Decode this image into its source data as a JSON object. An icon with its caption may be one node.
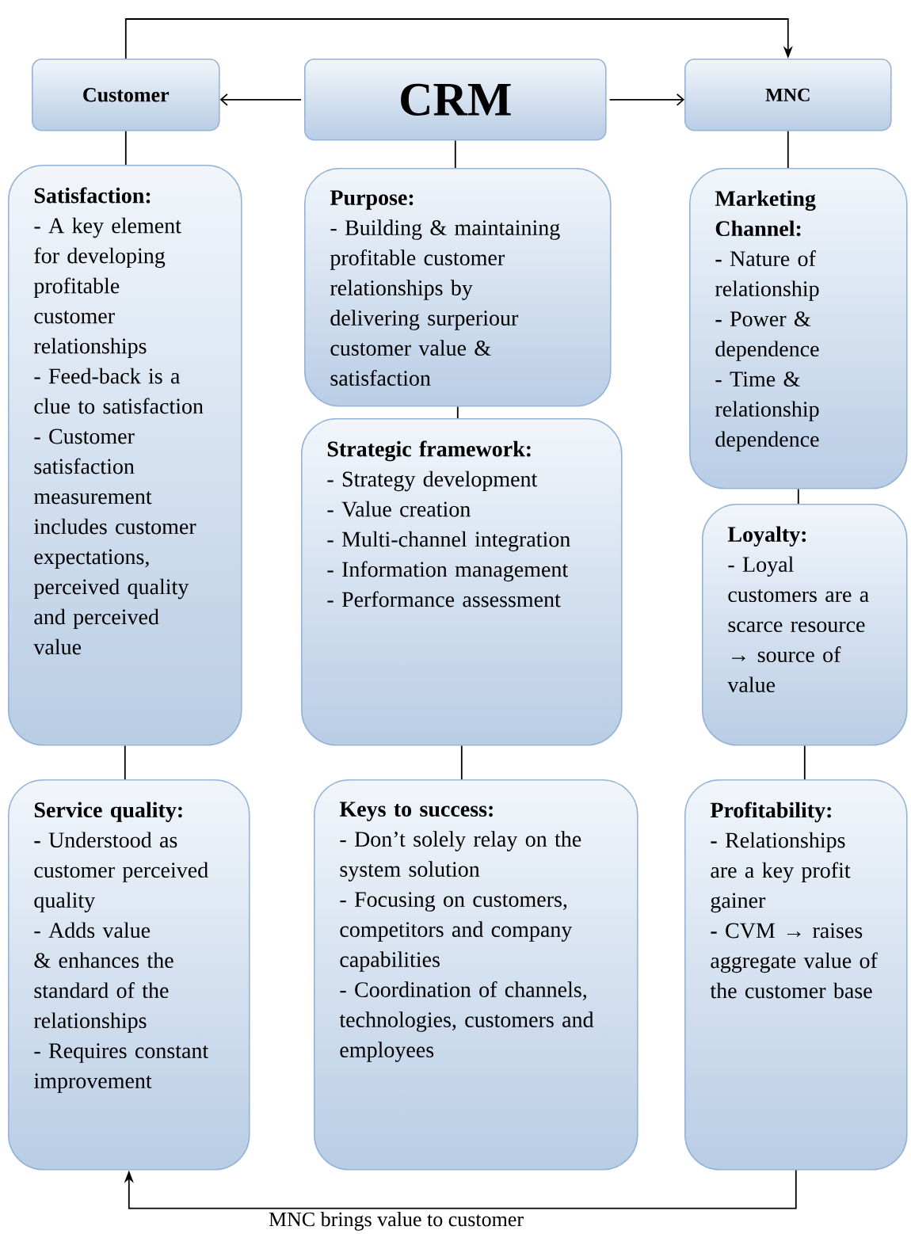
{
  "diagram": {
    "nodes": [
      {
        "text": [
          "Customer"
        ]
      },
      {
        "text": [
          "CRM"
        ]
      },
      {
        "text": [
          "MNC"
        ]
      },
      {
        "text": [
          "Satisfaction:",
          "- A key element for developing profitable customer relationships",
          "- Feed-back is a clue to satisfaction",
          "- Customer satisfaction measurement includes customer expectations, perceived quality and perceived value"
        ]
      },
      {
        "text": [
          "Purpose:",
          "- Building & maintaining profitable customer relationships by delivering surperiour customer value & satisfaction"
        ]
      },
      {
        "text": [
          "Marketing Channel:",
          "**-** Nature of relationship",
          "**-** Power & dependence",
          "- Time & relationship dependence"
        ]
      },
      {
        "text": [
          "Strategic framework:",
          "- Strategy development",
          "- Value creation",
          "- Multi-channel integration",
          "- Information management",
          "- Performance assessment"
        ]
      },
      {
        "text": [
          "Loyalty:",
          "- Loyal customers are a scarce resource → source of value"
        ]
      },
      {
        "text": [
          "Service quality:",
          "**-** Understood as customer perceived quality",
          "- Adds value & enhances the standard of the relationships",
          "- Requires constant improvement"
        ]
      },
      {
        "text": [
          "Keys to success:",
          "- Don’t solely relay on the system solution",
          "- Focusing on customers, competitors and company capabilities",
          "- Coordination of channels, technologies, customers and employees"
        ]
      },
      {
        "text": [
          "Profitability:",
          "**-** Relationships are a key profit gainer",
          "**-** CVM → raises aggregate value of the customer base"
        ]
      }
    ],
    "edges": [
      {
        "from": 0,
        "to": 2,
        "arrow": "to"
      },
      {
        "from": 1,
        "to": 0,
        "arrow": "to"
      },
      {
        "from": 1,
        "to": 2,
        "arrow": "to"
      },
      {
        "from": 0,
        "to": 3,
        "arrow": "none"
      },
      {
        "from": 1,
        "to": 4,
        "arrow": "none"
      },
      {
        "from": 2,
        "to": 5,
        "arrow": "none"
      },
      {
        "from": 3,
        "to": 8,
        "arrow": "none"
      },
      {
        "from": 4,
        "to": 6,
        "arrow": "none"
      },
      {
        "from": 5,
        "to": 7,
        "arrow": "none"
      },
      {
        "from": 6,
        "to": 9,
        "arrow": "none"
      },
      {
        "from": 7,
        "to": 10,
        "arrow": "none"
      },
      {
        "from": 10,
        "to": 8,
        "arrow": "to",
        "label": "MNC brings value to customer"
      }
    ]
  }
}
